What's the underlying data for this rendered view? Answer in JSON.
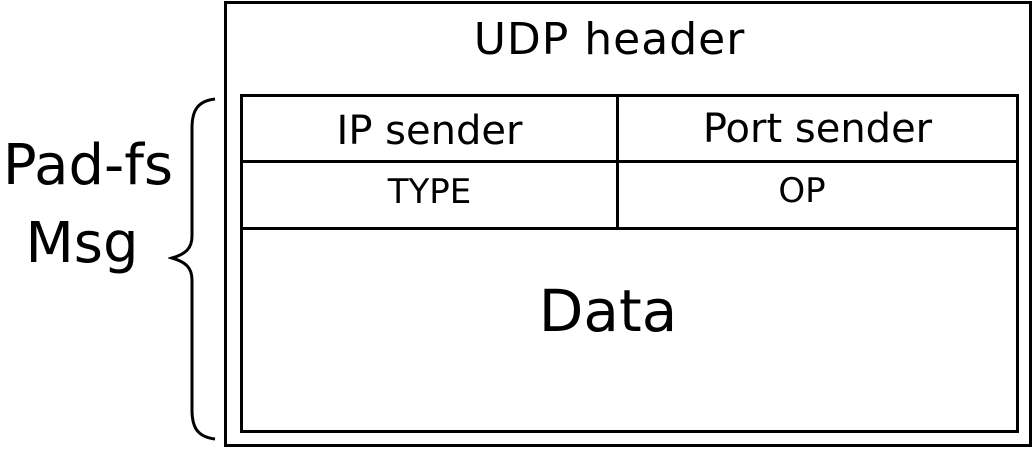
{
  "labels": {
    "side_line1": "Pad-fs",
    "side_line2": "Msg",
    "udp_header": "UDP header",
    "ip_sender": "IP sender",
    "port_sender": "Port sender",
    "type": "TYPE",
    "op": "OP",
    "data": "Data"
  },
  "colors": {
    "stroke": "#000000",
    "background": "#ffffff"
  }
}
